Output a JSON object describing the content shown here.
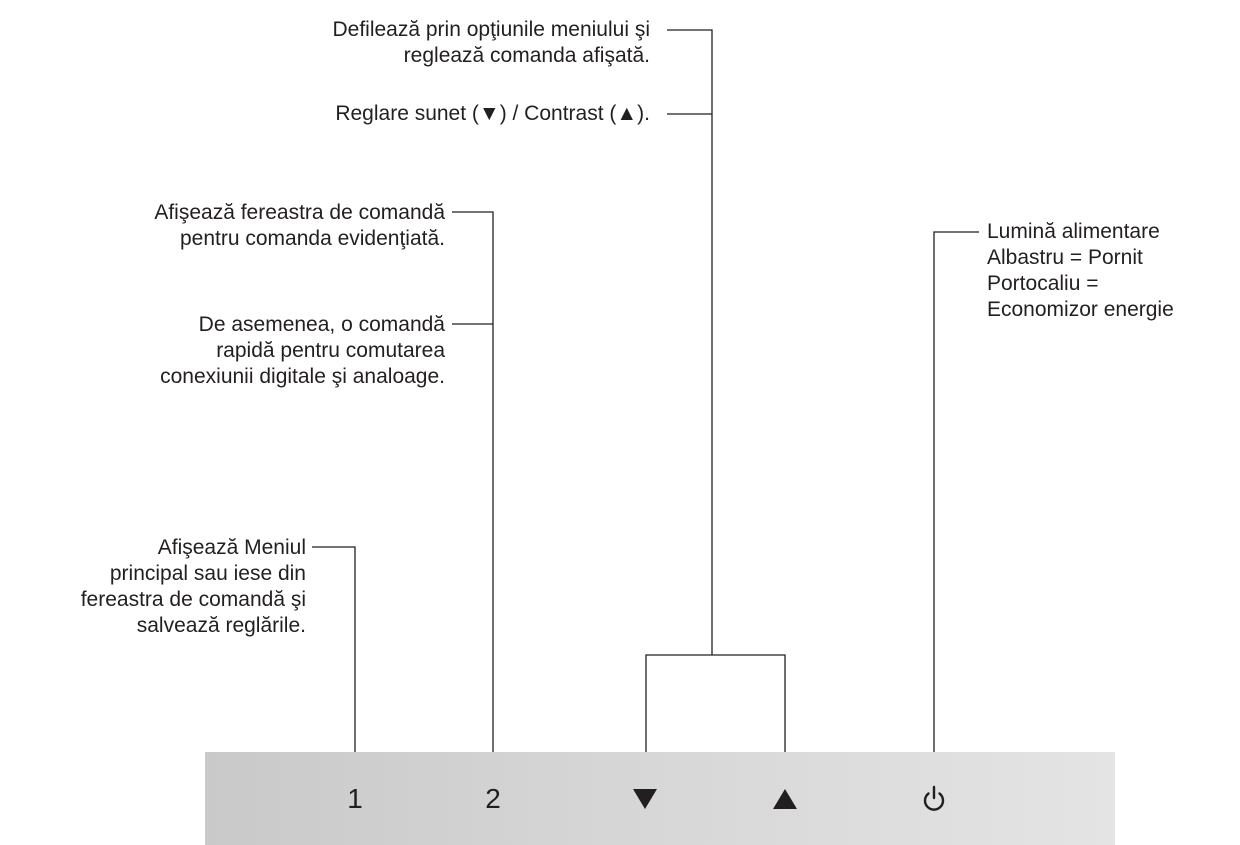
{
  "callouts": {
    "arrows_scroll": {
      "lines": [
        "Defilează prin opţiunile meniului şi",
        "reglează comanda afişată."
      ]
    },
    "arrows_shortcut": {
      "lines": [
        "Reglare sunet (▼) / Contrast (▲)."
      ]
    },
    "button2_primary": {
      "lines": [
        "Afişează fereastra de comandă",
        "pentru comanda evidenţiată."
      ]
    },
    "button2_secondary": {
      "lines": [
        "De asemenea, o comandă",
        "rapidă pentru comutarea",
        "conexiunii digitale şi analoage."
      ]
    },
    "button1": {
      "lines": [
        "Afişează Meniul",
        "principal sau iese din",
        "fereastra de comandă şi",
        "salvează reglările."
      ]
    },
    "power": {
      "lines": [
        "Lumină alimentare",
        "Albastru = Pornit",
        "Portocaliu =",
        "Economizor energie"
      ]
    }
  },
  "panel": {
    "buttons": [
      {
        "name": "button-1",
        "label": "1"
      },
      {
        "name": "button-2",
        "label": "2"
      },
      {
        "name": "down-button",
        "label": "▼"
      },
      {
        "name": "up-button",
        "label": "▲"
      },
      {
        "name": "power-button",
        "icon": "power-icon"
      }
    ],
    "colors": {
      "text": "#231f20",
      "panel_light": "#e4e4e4",
      "panel_dark": "#c9c9c9"
    }
  }
}
